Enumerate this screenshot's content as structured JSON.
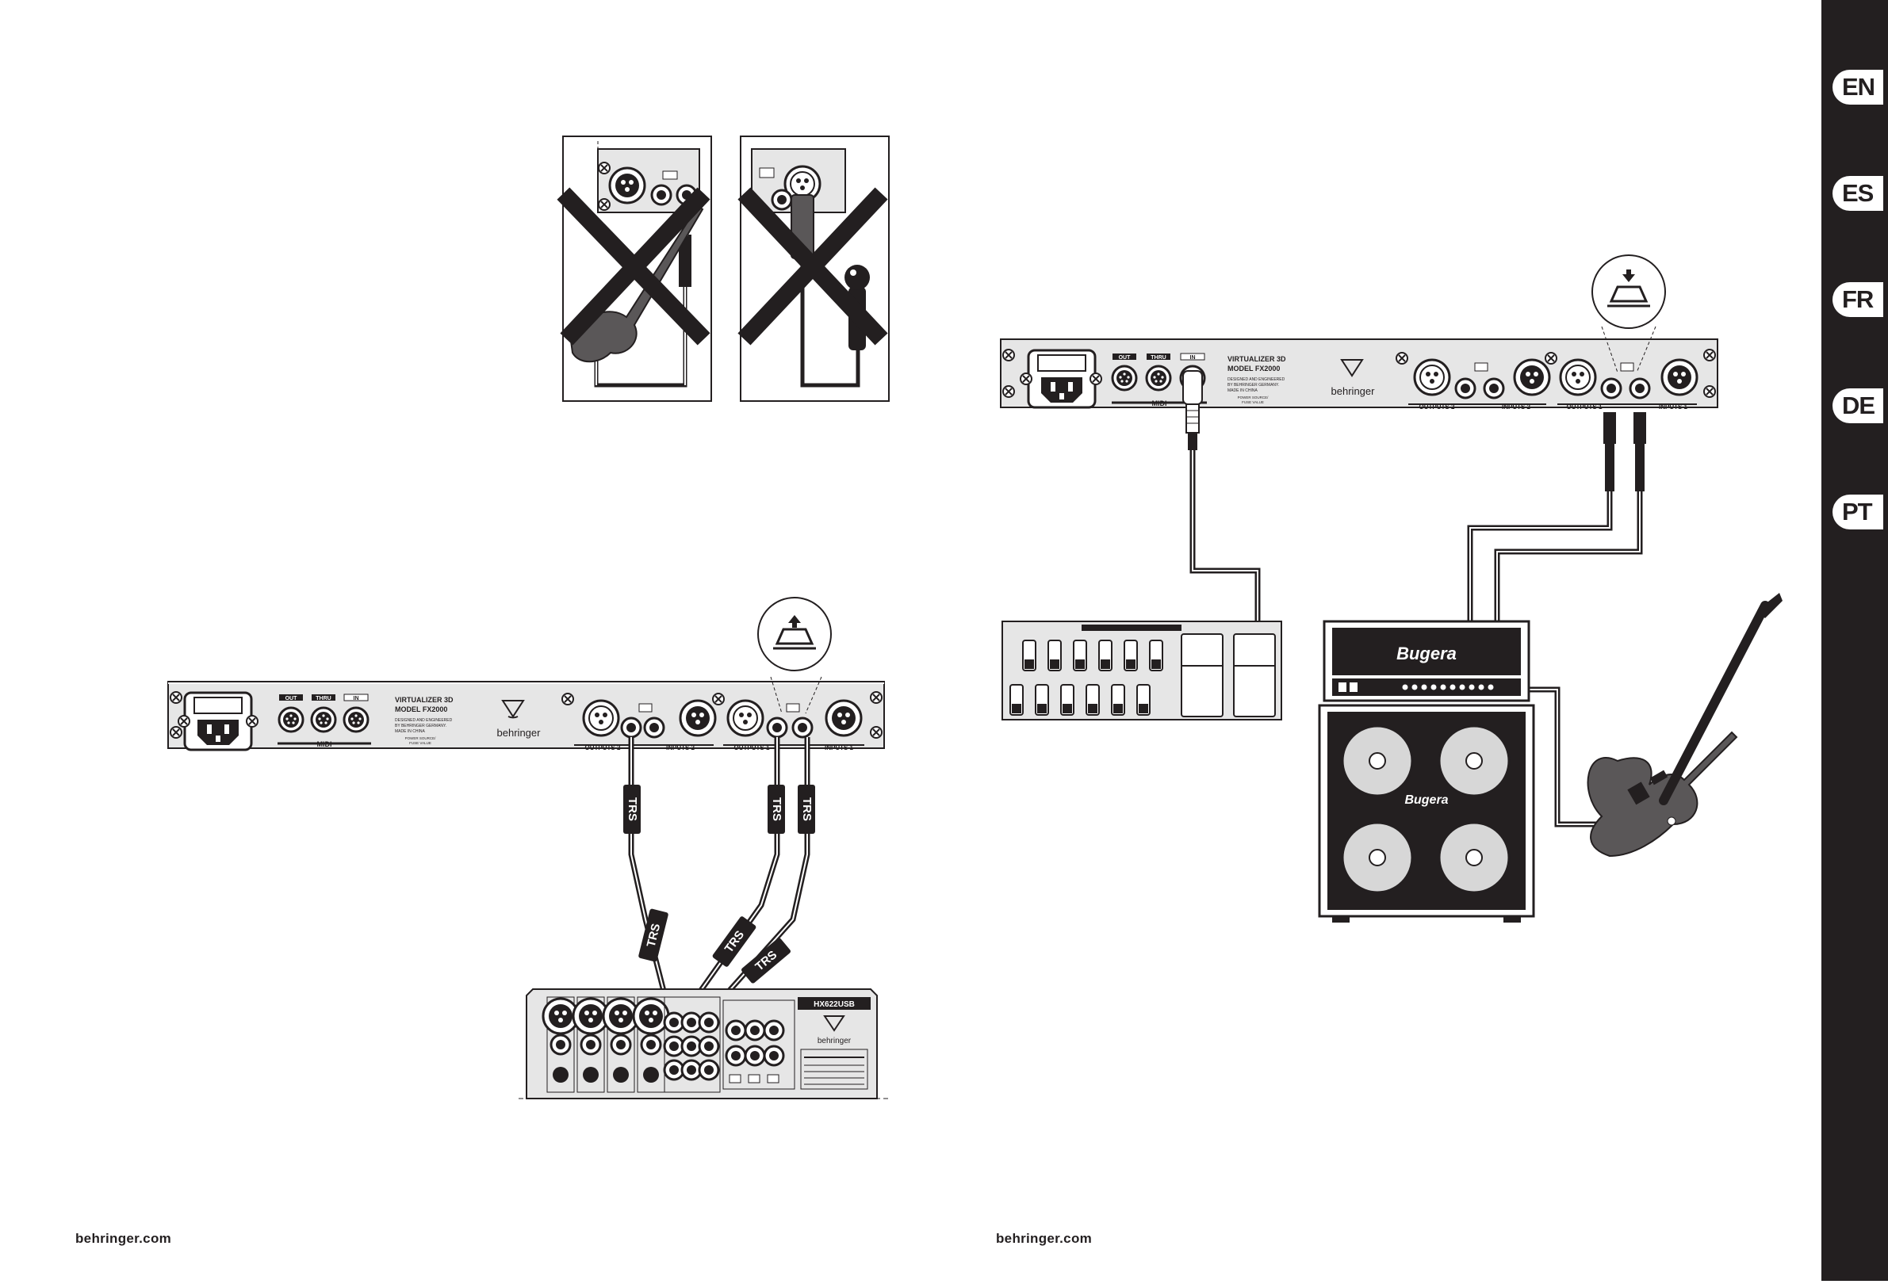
{
  "footer": {
    "left": "behringer.com",
    "right": "behringer.com"
  },
  "languages": [
    {
      "code": "EN"
    },
    {
      "code": "ES"
    },
    {
      "code": "FR"
    },
    {
      "code": "DE"
    },
    {
      "code": "PT"
    }
  ],
  "rack_unit": {
    "model_line1": "VIRTUALIZER 3D",
    "model_line2": "MODEL FX2000",
    "designed_line1": "DESIGNED AND ENGINEERED",
    "designed_line2": "BY BEHRINGER GERMANY.",
    "made_in": "MADE IN CHINA",
    "power_line1": "POWER SOURCE/",
    "power_line2": "FUSE VALUE",
    "midi_out": "OUT",
    "midi_thru": "THRU",
    "midi_in": "IN",
    "midi_label": "MIDI",
    "brand": "behringer",
    "outputs2": "OUTPUTS 2",
    "inputs2": "INPUTS 2",
    "outputs1": "OUTPUTS 1",
    "inputs1": "INPUTS 1"
  },
  "cables": {
    "trs": "TRS"
  },
  "mixer": {
    "brand": "behringer",
    "model": "HX622USB"
  },
  "amp": {
    "brand": "Bugera",
    "cab_brand": "Bugera"
  },
  "colors": {
    "ink": "#231f20",
    "panel": "#e6e6e6",
    "dark_panel": "#5a5758",
    "cable": "#231f20"
  }
}
